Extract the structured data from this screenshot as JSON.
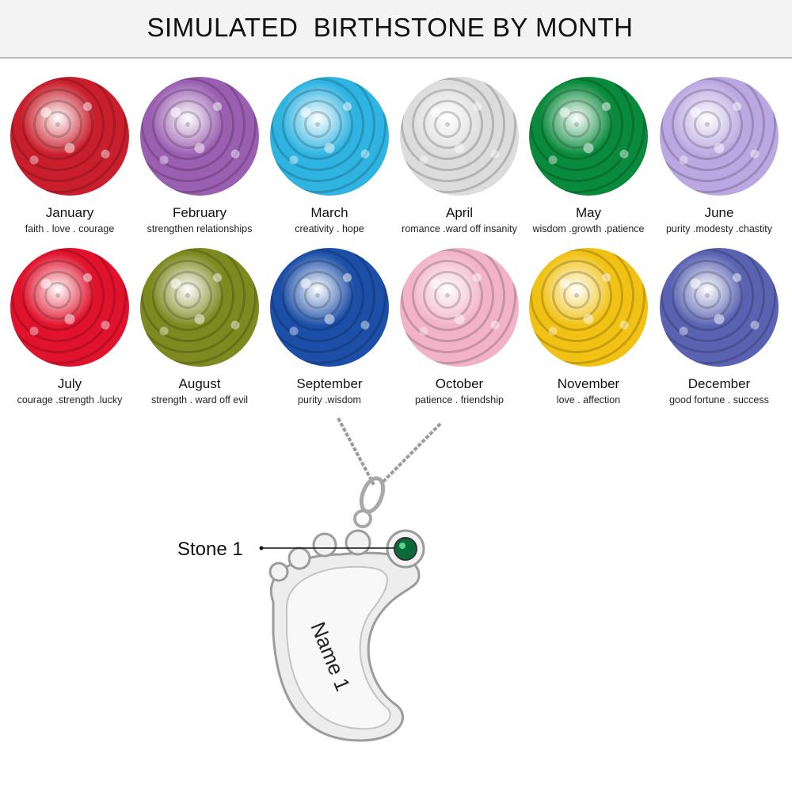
{
  "title": "SIMULATED  BIRTHSTONE BY MONTH",
  "months": [
    {
      "name": "January",
      "meaning": "faith . love . courage",
      "color": "#c91f2c"
    },
    {
      "name": "February",
      "meaning": "strengthen relationships",
      "color": "#9b5fb2"
    },
    {
      "name": "March",
      "meaning": "creativity  .  hope",
      "color": "#2fb4e2"
    },
    {
      "name": "April",
      "meaning": "romance  .ward off insanity",
      "color": "#dcdcdc"
    },
    {
      "name": "May",
      "meaning": "wisdom .growth .patience",
      "color": "#0a8a3c"
    },
    {
      "name": "June",
      "meaning": "purity .modesty .chastity",
      "color": "#bba8e2"
    },
    {
      "name": "July",
      "meaning": "courage .strength .lucky",
      "color": "#e0122c"
    },
    {
      "name": "August",
      "meaning": "strength  . ward off evil",
      "color": "#7d8a20"
    },
    {
      "name": "September",
      "meaning": "purity .wisdom",
      "color": "#1c4fa8"
    },
    {
      "name": "October",
      "meaning": "patience . friendship",
      "color": "#f2b3c9"
    },
    {
      "name": "November",
      "meaning": "love . affection",
      "color": "#f1c214"
    },
    {
      "name": "December",
      "meaning": "good fortune . success",
      "color": "#5a63b2"
    }
  ],
  "pendant": {
    "stone_label": "Stone 1",
    "engraving": "Name 1",
    "stone_color": "#0a6a3a"
  }
}
